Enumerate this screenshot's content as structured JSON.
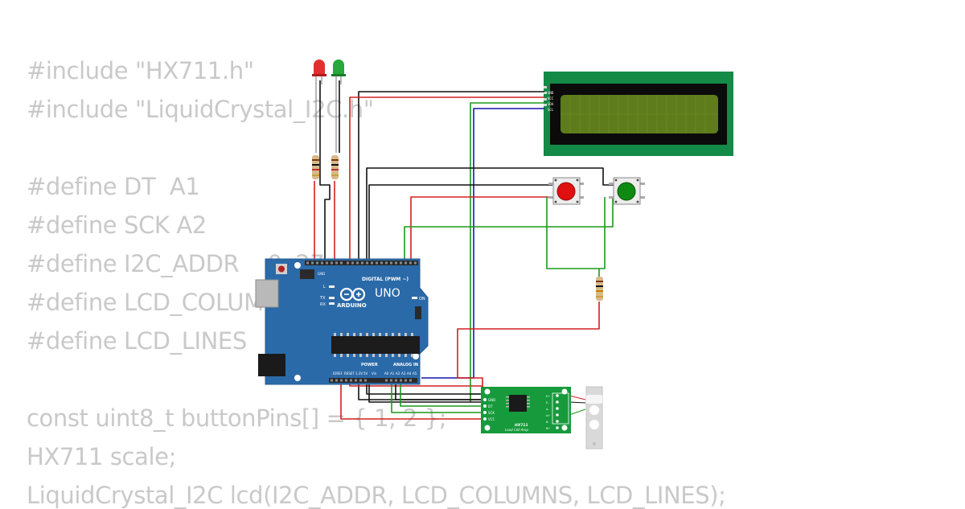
{
  "code": {
    "lines": [
      "#include \"HX711.h\"",
      "#include \"LiquidCrystal_I2C.h\"",
      "",
      "#define DT  A1",
      "#define SCK A2",
      "#define I2C_ADDR    0x27",
      "#define LCD_COLUMNS 16",
      "#define LCD_LINES   2",
      "",
      "const uint8_t buttonPins[] = { 1, 2 };",
      "HX711 scale;",
      "LiquidCrystal_I2C lcd(I2C_ADDR, LCD_COLUMNS, LCD_LINES);"
    ]
  },
  "arduino": {
    "logo": "ARDUINO",
    "model": "UNO",
    "digital_label": "DIGITAL (PWM ~)",
    "power_label": "POWER",
    "analog_label": "ANALOG IN",
    "on_label": "ON",
    "tx_label": "TX",
    "rx_label": "RX",
    "l_label": "L",
    "aref_label": "AREF",
    "gnd_label": "GND",
    "ioref_label": "IOREF",
    "reset_label": "RESET",
    "v33_label": "3.3V",
    "v5_label": "5V",
    "vin_label": "Vin",
    "a0": "A0",
    "a1": "A1",
    "a2": "A2",
    "a3": "A3",
    "a4": "A4",
    "a5": "A5"
  },
  "lcd": {
    "pins": [
      "GND",
      "VCC",
      "SDA",
      "SCL"
    ]
  },
  "hx711": {
    "title": "HX711",
    "subtitle": "Load Cell Amp",
    "pins": [
      "GND",
      "DT",
      "SCK",
      "VCC"
    ],
    "right_pins": [
      "E+",
      "E-",
      "A-",
      "A+",
      "B-",
      "B+"
    ]
  },
  "colors": {
    "board": "#2b6aa8",
    "lcd_pcb": "#138a46",
    "lcd_screen": "#5e7c1c",
    "hx_pcb": "#169a3b",
    "wire_red": "#d42020",
    "wire_black": "#111111",
    "wire_green": "#1a9a1a",
    "wire_blue": "#1515b0",
    "code_text": "#c9c9c9",
    "led_red": "#e23030",
    "led_green": "#27a83a",
    "button_red": "#e01010",
    "button_green": "#0e8a12"
  },
  "icons": {
    "led_red": "led-icon",
    "led_green": "led-icon",
    "button": "pushbutton-icon",
    "resistor": "resistor-icon"
  }
}
